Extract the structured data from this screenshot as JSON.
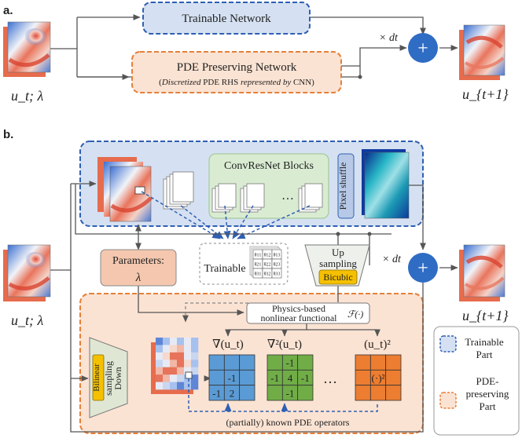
{
  "panel_a": {
    "tag": "a.",
    "trainable": "Trainable Network",
    "pde_title": "PDE Preserving Network",
    "pde_sub_a": "Discretized",
    "pde_sub_b": " PDE RHS ",
    "pde_sub_c": "represented by",
    "pde_sub_d": " CNN)",
    "pde_sub_open": "(",
    "times_dt": "× dt",
    "plus": "+",
    "input_label": "u_t; λ",
    "output_label": "u_{t+1}"
  },
  "panel_b": {
    "tag": "b.",
    "convresnet": "ConvResNet Blocks",
    "pixel_shuffle": "Pixel shuffle",
    "ellipsis": "…",
    "parameters": "Parameters:",
    "lambda": "λ",
    "trainable": "Trainable",
    "theta_cells": [
      "θ11",
      "θ12",
      "θ13",
      "θ21",
      "θ22",
      "θ23",
      "θ31",
      "θ32",
      "θ33"
    ],
    "up_sampling_1": "Up",
    "up_sampling_2": "sampling",
    "bicubic": "Bicubic",
    "times_dt": "× dt",
    "plus": "+",
    "physics_1": "Physics-based",
    "physics_2": "nonlinear functional",
    "physics_F": "ℱ(·)",
    "down_sampling_1": "Down",
    "down_sampling_2": "sampling",
    "bilinear": "Bilinear",
    "grad_label": "∇(u_t)",
    "lap_label": "∇²(u_t)",
    "sq_label": "(u_t)²",
    "grad_cells": [
      "",
      "",
      "",
      "",
      "-1",
      "",
      "-1",
      "2",
      ""
    ],
    "lap_cells": [
      "",
      "-1",
      "",
      "-1",
      "4",
      "-1",
      "",
      "-1",
      ""
    ],
    "sq_cell": "(·)²",
    "dots": "…",
    "known_ops": "(partially) known PDE operators",
    "input_label": "u_t; λ",
    "output_label": "u_{t+1}",
    "legend_trainable_1": "Trainable",
    "legend_trainable_2": "Part",
    "legend_pde_1": "PDE-",
    "legend_pde_2": "preserving",
    "legend_pde_3": "Part"
  },
  "colors": {
    "blue_fill": "#d5e1f2",
    "blue_border": "#2f5fb3",
    "orange_fill": "#fbe3d3",
    "orange_border": "#e5803a",
    "green_fill": "#d9ecd2",
    "grad_blue": "#5b9bd5",
    "lap_green": "#70ad47",
    "sq_orange": "#ed7d31",
    "bicubic_yellow": "#f5c000",
    "plus_blue": "#2f6cc4"
  }
}
